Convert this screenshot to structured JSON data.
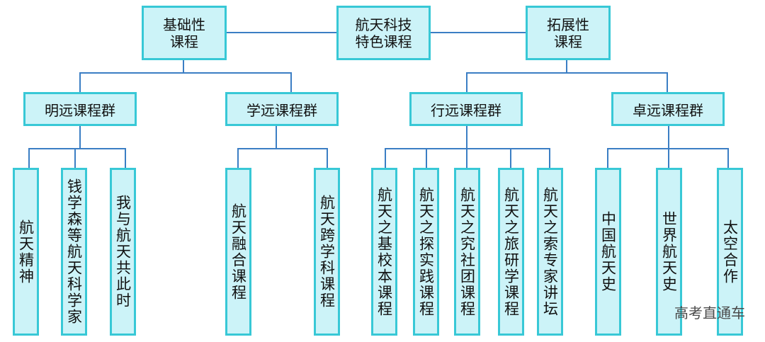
{
  "top": {
    "basic": "基础性\n课程",
    "center": "航天科技\n特色课程",
    "extended": "拓展性\n课程"
  },
  "groups": [
    "明远课程群",
    "学远课程群",
    "行远课程群",
    "卓远课程群"
  ],
  "leaves": [
    "航天精神",
    "钱学森等航天科学家",
    "我与航天共此时",
    "航天融合课程",
    "航天跨学科课程",
    "航天之基校本课程",
    "航天之探实践课程",
    "航天之究社团课程",
    "航天之旅研学课程",
    "航天之索专家讲坛",
    "中国航天史",
    "世界航天史",
    "太空合作"
  ],
  "watermark": "高考直通车",
  "colors": {
    "box_fill": "#ccf3f8",
    "box_border": "#38c8d6",
    "line": "#3b7ec4"
  }
}
